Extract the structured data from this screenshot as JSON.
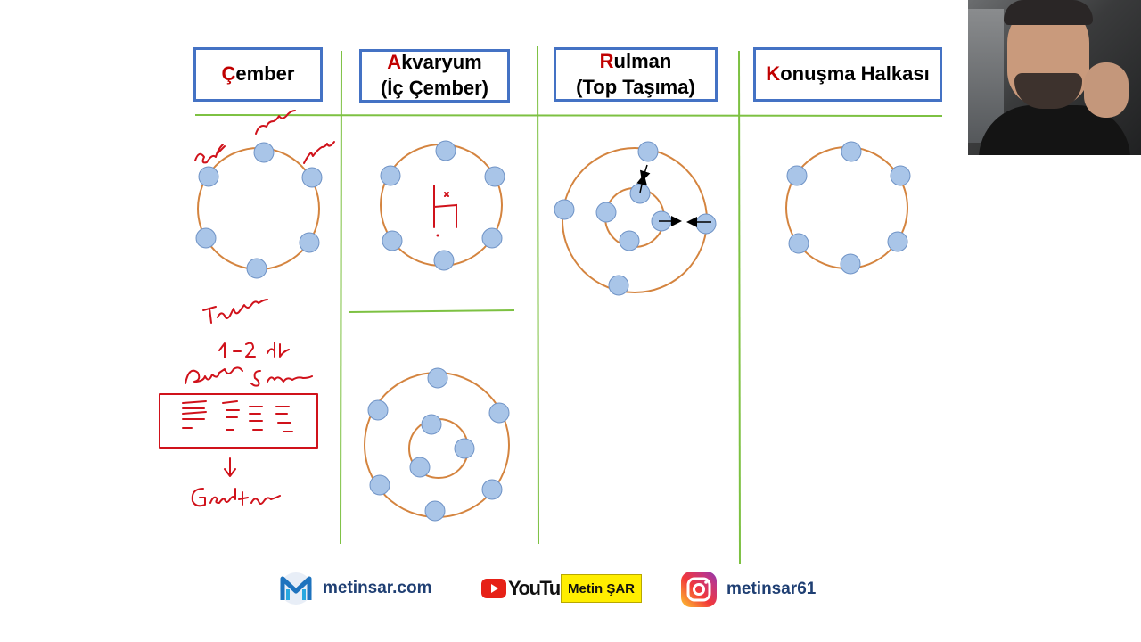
{
  "colors": {
    "box_border": "#4472c4",
    "initial_letter": "#c00000",
    "divider": "#7dc142",
    "ring": "#d4843f",
    "node_fill": "#a9c5e8",
    "node_stroke": "#6f93c6",
    "ink": "#d0121b"
  },
  "columns": [
    {
      "initial": "Ç",
      "rest": "ember",
      "line2": ""
    },
    {
      "initial": "A",
      "rest": "kvaryum",
      "line2": "(İç Çember)"
    },
    {
      "initial": "R",
      "rest": "ulman",
      "line2": "(Top Taşıma)"
    },
    {
      "initial": "K",
      "rest": "onuşma Halkası",
      "line2": ""
    }
  ],
  "footer": {
    "website": "metinsar.com",
    "youtube_wordmark": "YouTube",
    "youtube_channel": "Metin ŞAR",
    "instagram": "metinsar61"
  },
  "icons": {
    "website": "m-logo-icon",
    "youtube": "youtube-play-icon",
    "instagram": "instagram-icon"
  }
}
